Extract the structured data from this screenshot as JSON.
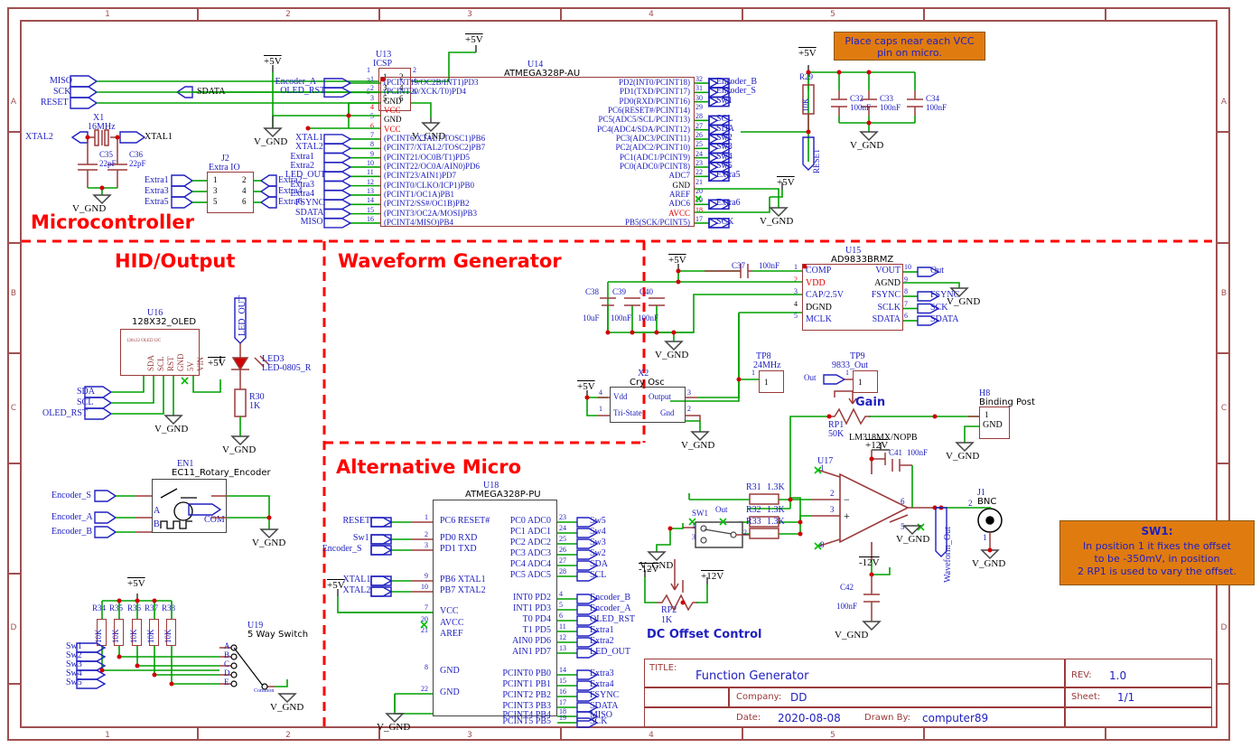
{
  "sheet": {
    "columns": [
      "1",
      "2",
      "3",
      "4",
      "5"
    ],
    "rows": [
      "A",
      "B",
      "C",
      "D"
    ]
  },
  "sections": [
    {
      "name": "microcontroller",
      "label": "Microcontroller"
    },
    {
      "name": "hid-output",
      "label": "HID/Output"
    },
    {
      "name": "waveform-generator",
      "label": "Waveform Generator"
    },
    {
      "name": "alternative-micro",
      "label": "Alternative Micro"
    }
  ],
  "notes": [
    {
      "name": "vcc-caps-note",
      "text": "Place caps near each VCC\npin on micro."
    },
    {
      "name": "sw1-note",
      "title": "SW1:",
      "text": "In position 1 it fixes the offset\n to be -350mV, in position\n2 RP1 is used to vary the offset."
    }
  ],
  "labels": {
    "dc_offset_control": "DC Offset Control",
    "gain": "Gain"
  },
  "title_block": {
    "title_key": "TITLE:",
    "title_value": "Function Generator",
    "rev_key": "REV:",
    "rev_value": "1.0",
    "company_key": "Company:",
    "company_value": "DD",
    "sheet_key": "Sheet:",
    "sheet_value": "1/1",
    "date_key": "Date:",
    "date_value": "2020-08-08",
    "drawn_key": "Drawn By:",
    "drawn_value": "computer89"
  },
  "components": {
    "u13": {
      "ref": "U13",
      "name": "ICSP",
      "pins_left": [
        "1",
        "3",
        "5"
      ],
      "pins_right": [
        "2",
        "4",
        "6"
      ],
      "inner_left": [
        "1",
        "3",
        "5"
      ],
      "inner_right": [
        "2",
        "4",
        "6"
      ],
      "nets_left": [
        "MISO",
        "SCK",
        "RESET"
      ],
      "nets_right": [
        "SDATA"
      ]
    },
    "x1": {
      "ref": "X1",
      "value": "16MHz",
      "net_left": "XTAL2",
      "net_right": "XTAL1"
    },
    "c35": {
      "ref": "C35",
      "value": "22pF"
    },
    "c36": {
      "ref": "C36",
      "value": "22pF"
    },
    "j2": {
      "ref": "J2",
      "name": "Extra IO",
      "pins": [
        "1",
        "2",
        "3",
        "4",
        "5",
        "6"
      ],
      "nets_left": [
        "Extra1",
        "Extra3",
        "Extra5"
      ],
      "nets_right": [
        "Extra2",
        "Extra4",
        "Extra6"
      ]
    },
    "u14": {
      "ref": "U14",
      "name": "ATMEGA328P-AU",
      "left_pins": [
        {
          "num": "1",
          "label": "(PCINT19/OC2B/INT1)PD3",
          "net": "Encoder_A",
          "color": "blue"
        },
        {
          "num": "2",
          "label": "(PCINT20/XCK/T0)PD4",
          "net": "OLED_RST",
          "color": "blue"
        },
        {
          "num": "3",
          "label": "GND",
          "net": "",
          "color": "black"
        },
        {
          "num": "4",
          "label": "VCC",
          "net": "",
          "color": "red"
        },
        {
          "num": "5",
          "label": "GND",
          "net": "",
          "color": "black"
        },
        {
          "num": "6",
          "label": "VCC",
          "net": "",
          "color": "red"
        },
        {
          "num": "7",
          "label": "(PCINT6/XTAL1/TOSC1)PB6",
          "net": "XTAL1",
          "color": "blue"
        },
        {
          "num": "8",
          "label": "(PCINT7/XTAL2/TOSC2)PB7",
          "net": "XTAL2",
          "color": "blue"
        },
        {
          "num": "9",
          "label": "(PCINT21/OC0B/T1)PD5",
          "net": "Extra1",
          "color": "blue"
        },
        {
          "num": "10",
          "label": "(PCINT22/OC0A/AIN0)PD6",
          "net": "Extra2",
          "color": "blue"
        },
        {
          "num": "11",
          "label": "(PCINT23/AIN1)PD7",
          "net": "LED_OUT",
          "color": "blue"
        },
        {
          "num": "12",
          "label": "(PCINT0/CLKO/ICP1)PB0",
          "net": "Extra3",
          "color": "blue"
        },
        {
          "num": "13",
          "label": "(PCINT1/OC1A)PB1",
          "net": "Extra4",
          "color": "blue"
        },
        {
          "num": "14",
          "label": "(PCINT2/SS#/OC1B)PB2",
          "net": "FSYNC",
          "color": "blue"
        },
        {
          "num": "15",
          "label": "(PCINT3/OC2A/MOSI)PB3",
          "net": "SDATA",
          "color": "blue"
        },
        {
          "num": "16",
          "label": "(PCINT4/MISO)PB4",
          "net": "MISO",
          "color": "blue"
        }
      ],
      "right_pins": [
        {
          "num": "32",
          "label": "PD2(INT0/PCINT18)",
          "net": "Encoder_B",
          "color": "blue"
        },
        {
          "num": "31",
          "label": "PD1(TXD/PCINT17)",
          "net": "Encoder_S",
          "color": "blue"
        },
        {
          "num": "30",
          "label": "PD0(RXD/PCINT16)",
          "net": "Sw1",
          "color": "blue"
        },
        {
          "num": "29",
          "label": "PC6(RESET#/PCINT14)",
          "net": "",
          "color": "blue"
        },
        {
          "num": "28",
          "label": "PC5(ADC5/SCL/PCINT13)",
          "net": "SCL",
          "color": "blue"
        },
        {
          "num": "27",
          "label": "PC4(ADC4/SDA/PCINT12)",
          "net": "SDA",
          "color": "blue"
        },
        {
          "num": "26",
          "label": "PC3(ADC3/PCINT11)",
          "net": "Sw2",
          "color": "blue"
        },
        {
          "num": "25",
          "label": "PC2(ADC2/PCINT10)",
          "net": "Sw3",
          "color": "blue"
        },
        {
          "num": "24",
          "label": "PC1(ADC1/PCINT9)",
          "net": "Sw4",
          "color": "blue"
        },
        {
          "num": "23",
          "label": "PC0(ADC0/PCINT8)",
          "net": "Sw5",
          "color": "blue"
        },
        {
          "num": "22",
          "label": "ADC7",
          "net": "Extra5",
          "color": "blue"
        },
        {
          "num": "21",
          "label": "GND",
          "net": "",
          "color": "black"
        },
        {
          "num": "20",
          "label": "AREF",
          "net": "",
          "color": "blue"
        },
        {
          "num": "19",
          "label": "ADC6",
          "net": "Extra6",
          "color": "blue"
        },
        {
          "num": "18",
          "label": "AVCC",
          "net": "",
          "color": "red"
        },
        {
          "num": "17",
          "label": "PB5(SCK/PCINT5)",
          "net": "SCK",
          "color": "blue"
        }
      ]
    },
    "r29": {
      "ref": "R29",
      "value": "10K",
      "net": "RESET"
    },
    "c32": {
      "ref": "C32",
      "value": "100nF"
    },
    "c33": {
      "ref": "C33",
      "value": "100nF"
    },
    "c34": {
      "ref": "C34",
      "value": "100nF"
    },
    "u16": {
      "ref": "U16",
      "name": "128X32_OLED",
      "inner": "128x32 OLED I2C",
      "pins": [
        "SDA",
        "SCL",
        "RST",
        "GND",
        "5V",
        "VIN"
      ],
      "nets": [
        "SDA",
        "SCL",
        "OLED_RST"
      ]
    },
    "led3": {
      "ref": "LED3",
      "value": "LED-0805_R",
      "net": "LED_OUT"
    },
    "r30": {
      "ref": "R30",
      "value": "1K"
    },
    "en1": {
      "ref": "EN1",
      "name": "EC11_Rotary_Encoder",
      "pin_a": "A",
      "pin_b": "B",
      "pin_com": "COM",
      "nets": [
        "Encoder_S",
        "Encoder_A",
        "Encoder_B"
      ]
    },
    "pullups": {
      "refs": [
        "R34",
        "R35",
        "R36",
        "R37",
        "R38"
      ],
      "value": "10K"
    },
    "u19": {
      "ref": "U19",
      "name": "5 Way Switch",
      "pins": [
        "A",
        "B",
        "C",
        "D",
        "E"
      ],
      "common": "Common",
      "nets": [
        "Sw1",
        "Sw2",
        "Sw3",
        "Sw4",
        "Sw5"
      ]
    },
    "u18": {
      "ref": "U18",
      "name": "ATMEGA328P-PU",
      "left_pins": [
        {
          "num": "1",
          "label": "PC6 RESET#",
          "net": "RESET"
        },
        {
          "num": "2",
          "label": "PD0 RXD",
          "net": "Sw1"
        },
        {
          "num": "3",
          "label": "PD1 TXD",
          "net": "Encoder_S"
        },
        {
          "num": "9",
          "label": "PB6 XTAL1",
          "net": "XTAL1"
        },
        {
          "num": "10",
          "label": "PB7 XTAL2",
          "net": "XTAL2"
        },
        {
          "num": "7",
          "label": "VCC",
          "net": ""
        },
        {
          "num": "20",
          "label": "AVCC",
          "net": ""
        },
        {
          "num": "21",
          "label": "AREF",
          "net": ""
        },
        {
          "num": "8",
          "label": "GND",
          "net": ""
        },
        {
          "num": "22",
          "label": "GND",
          "net": ""
        }
      ],
      "right_pins": [
        {
          "num": "23",
          "label": "PC0 ADC0",
          "net": "Sw5"
        },
        {
          "num": "24",
          "label": "PC1 ADC1",
          "net": "Sw4"
        },
        {
          "num": "25",
          "label": "PC2 ADC2",
          "net": "Sw3"
        },
        {
          "num": "26",
          "label": "PC3 ADC3",
          "net": "Sw2"
        },
        {
          "num": "27",
          "label": "PC4 ADC4",
          "net": "SDA"
        },
        {
          "num": "28",
          "label": "PC5 ADC5",
          "net": "SCL"
        },
        {
          "num": "4",
          "label": "INT0 PD2",
          "net": "Encoder_B"
        },
        {
          "num": "5",
          "label": "INT1 PD3",
          "net": "Encoder_A"
        },
        {
          "num": "6",
          "label": "T0 PD4",
          "net": "OLED_RST"
        },
        {
          "num": "11",
          "label": "T1 PD5",
          "net": "Extra1"
        },
        {
          "num": "12",
          "label": "AIN0 PD6",
          "net": "Extra2"
        },
        {
          "num": "13",
          "label": "AIN1 PD7",
          "net": "LED_OUT"
        },
        {
          "num": "14",
          "label": "PCINT0 PB0",
          "net": "Extra3"
        },
        {
          "num": "15",
          "label": "PCINT1 PB1",
          "net": "Extra4"
        },
        {
          "num": "16",
          "label": "PCINT2 PB2",
          "net": "FSYNC"
        },
        {
          "num": "17",
          "label": "PCINT3 PB3",
          "net": "SDATA"
        },
        {
          "num": "18",
          "label": "PCINT4 PB4",
          "net": "MISO"
        },
        {
          "num": "19",
          "label": "PCINT5 PB5",
          "net": "SCK"
        }
      ]
    },
    "u15": {
      "ref": "U15",
      "name": "AD9833BRMZ",
      "left_pins": [
        {
          "num": "1",
          "label": "COMP",
          "color": "blue"
        },
        {
          "num": "2",
          "label": "VDD",
          "color": "red"
        },
        {
          "num": "3",
          "label": "CAP/2.5V",
          "color": "blue"
        },
        {
          "num": "4",
          "label": "DGND",
          "color": "black"
        },
        {
          "num": "5",
          "label": "MCLK",
          "color": "blue"
        }
      ],
      "right_pins": [
        {
          "num": "10",
          "label": "VOUT",
          "net": "Out",
          "color": "blue"
        },
        {
          "num": "9",
          "label": "AGND",
          "net": "",
          "color": "black"
        },
        {
          "num": "8",
          "label": "FSYNC",
          "net": "FSYNC",
          "color": "blue"
        },
        {
          "num": "7",
          "label": "SCLK",
          "net": "SCK",
          "color": "blue"
        },
        {
          "num": "6",
          "label": "SDATA",
          "net": "SDATA",
          "color": "blue"
        }
      ]
    },
    "c37": {
      "ref": "C37",
      "value": "100nF"
    },
    "c38": {
      "ref": "C38",
      "value": "10uF"
    },
    "c39": {
      "ref": "C39",
      "value": "100nF"
    },
    "c40": {
      "ref": "C40",
      "value": "100nF"
    },
    "x2": {
      "ref": "X2",
      "name": "Cry Osc",
      "pins": [
        {
          "num": "4",
          "label": "Vdd"
        },
        {
          "num": "1",
          "label": "Tri-State"
        },
        {
          "num": "3",
          "label": "Output"
        },
        {
          "num": "2",
          "label": "Gnd"
        }
      ]
    },
    "tp8": {
      "ref": "TP8",
      "value": "24MHz",
      "pin": "1"
    },
    "tp9": {
      "ref": "TP9",
      "value": "9833_Out",
      "pin": "1",
      "net": "Out"
    },
    "rp1": {
      "ref": "RP1",
      "value": "50K"
    },
    "rp2": {
      "ref": "RP2",
      "value": "1K"
    },
    "u17": {
      "ref": "U17",
      "name": "LM318MX/NOPB",
      "pins": [
        "1",
        "2",
        "3",
        "8",
        "6",
        "5",
        "7",
        "4"
      ]
    },
    "r31": {
      "ref": "R31",
      "value": "1.3K"
    },
    "r32": {
      "ref": "R32",
      "value": "1.3K"
    },
    "r33": {
      "ref": "R33",
      "value": "1.3K"
    },
    "c41": {
      "ref": "C41",
      "value": "100nF"
    },
    "c42": {
      "ref": "C42",
      "value": "100nF"
    },
    "sw1": {
      "ref": "SW1",
      "pins": [
        "1",
        "2",
        "3"
      ],
      "net": "Out"
    },
    "h8": {
      "ref": "H8",
      "name": "Binding Post",
      "pin": "1",
      "label": "GND"
    },
    "j1": {
      "ref": "J1",
      "name": "BNC",
      "pins": [
        "1",
        "2"
      ],
      "net": "Waveform_Out"
    }
  },
  "power": {
    "p5v": "+5V",
    "p12v": "+12V",
    "n12v": "-12V",
    "gnd": "V_GND"
  }
}
